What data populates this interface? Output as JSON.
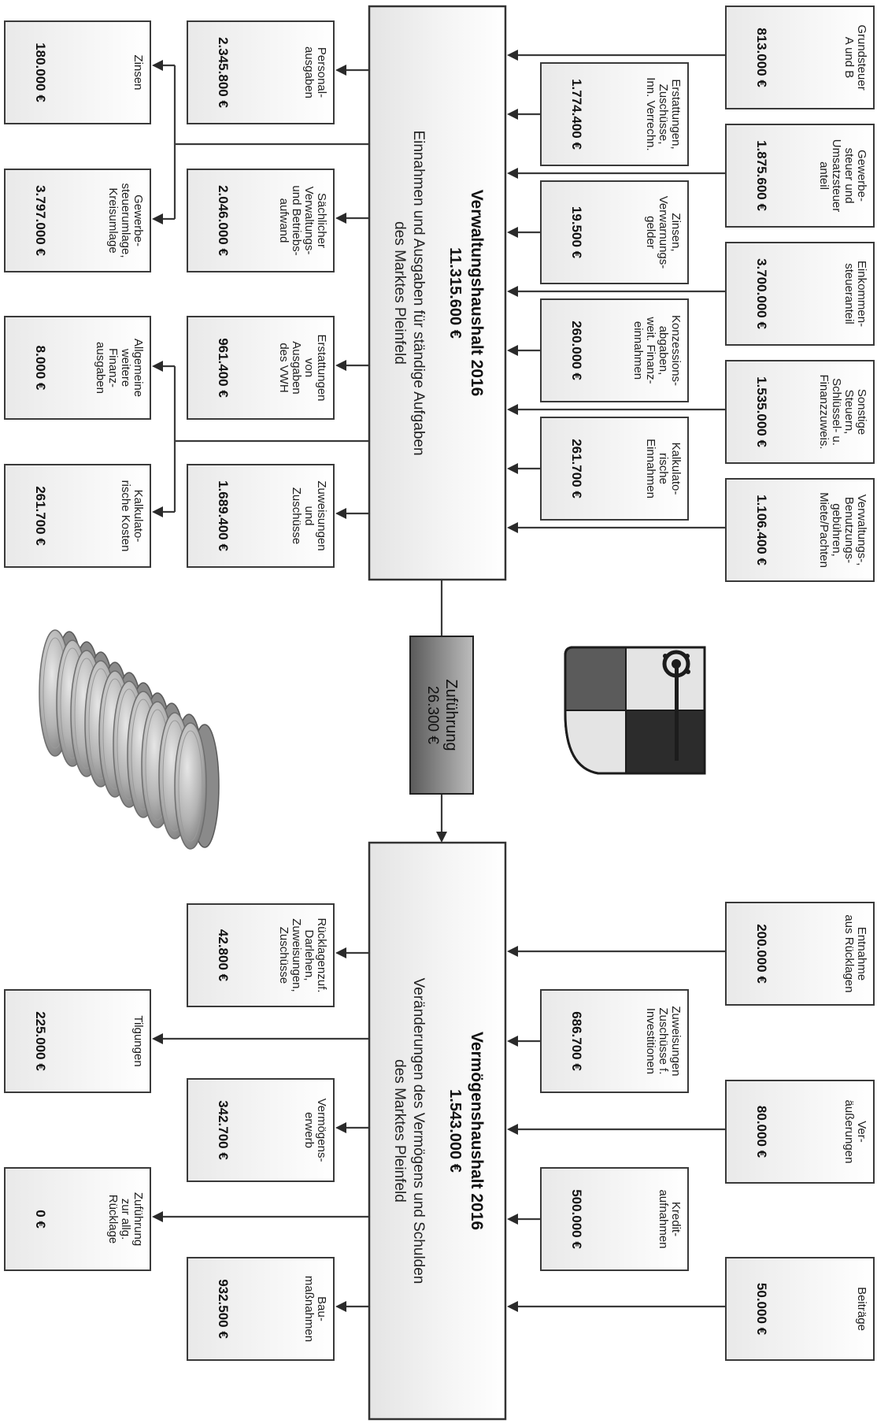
{
  "verwaltung": {
    "title": "Verwaltungshaushalt 2016",
    "total": "11.315.600 €",
    "subtitle_lines": [
      "Einnahmen und Ausgaben für ständige Aufgaben",
      "des Marktes Pleinfeld"
    ]
  },
  "zufuehrung": {
    "label": "Zuführung",
    "value": "26.300 €"
  },
  "vermoegen": {
    "title": "Vermögenshaushalt 2016",
    "total": "1.543.000 €",
    "subtitle_lines": [
      "Veränderungen des Vermögens und Schulden",
      "des Marktes Pleinfeld"
    ]
  },
  "vw_income_outer": [
    {
      "lines": [
        "Grundsteuer",
        "A und B"
      ],
      "value": "813.000 €"
    },
    {
      "lines": [
        "Gewerbe-",
        "steuer und",
        "Umsatzsteuer",
        "anteil"
      ],
      "value": "1.875.600 €"
    },
    {
      "lines": [
        "Einkommen-",
        "steueranteil"
      ],
      "value": "3.700.000 €"
    },
    {
      "lines": [
        "Sonstige",
        "Steuern,",
        "Schlüssel- u.",
        "Finanzzuweis."
      ],
      "value": "1.535.000 €"
    },
    {
      "lines": [
        "Verwaltungs-,",
        "Benutzungs-",
        "gebühren,",
        "Miete/Pachten"
      ],
      "value": "1.106.400 €"
    }
  ],
  "vw_income_inner": [
    {
      "lines": [
        "Erstattungen,",
        "Zuschüsse,",
        "Inn. Verrechn."
      ],
      "value": "1.774.400 €"
    },
    {
      "lines": [
        "Zinsen,",
        "Verwarnungs-",
        "gelder"
      ],
      "value": "19.500 €"
    },
    {
      "lines": [
        "Konzessions-",
        "abgaben,",
        "weit. Finanz-",
        "einnahmen"
      ],
      "value": "260.000 €"
    },
    {
      "lines": [
        "Kalkulato-",
        "rische",
        "Einnahmen"
      ],
      "value": "261.700 €"
    }
  ],
  "vw_spend_inner": [
    {
      "lines": [
        "Personal-",
        "ausgaben"
      ],
      "value": "2.345.800 €"
    },
    {
      "lines": [
        "Sächlicher",
        "Verwaltungs-",
        "und Betriebs-",
        "aufwand"
      ],
      "value": "2.046.000 €"
    },
    {
      "lines": [
        "Erstattungen",
        "von",
        "Ausgaben",
        "des VWH"
      ],
      "value": "961.400 €"
    },
    {
      "lines": [
        "Zuweisungen",
        "und",
        "Zuschüsse"
      ],
      "value": "1.689.400 €"
    }
  ],
  "vw_spend_outer": [
    {
      "lines": [
        "Zinsen"
      ],
      "value": "180.000 €"
    },
    {
      "lines": [
        "Gewerbe-",
        "steuerumlage,",
        "Kreisumlage"
      ],
      "value": "3.797.000 €"
    },
    {
      "lines": [
        "Allgemeine",
        "weitere",
        "Finanz-",
        "ausgaben"
      ],
      "value": "8.000 €"
    },
    {
      "lines": [
        "Kalkulato-",
        "rische Kosten"
      ],
      "value": "261.700 €"
    }
  ],
  "vm_income_outer": [
    {
      "lines": [
        "Entnahme",
        "aus Rücklagen"
      ],
      "value": "200.000 €"
    },
    {
      "lines": [
        "Ver-",
        "äußerungen"
      ],
      "value": "80.000 €"
    },
    {
      "lines": [
        "Beiträge"
      ],
      "value": "50.000 €"
    }
  ],
  "vm_income_inner": [
    {
      "lines": [
        "Zuweisungen",
        "Zuschüsse f.",
        "Investitionen"
      ],
      "value": "686.700 €"
    },
    {
      "lines": [
        "Kredit-",
        "aufnahmen"
      ],
      "value": "500.000 €"
    }
  ],
  "vm_spend_inner": [
    {
      "lines": [
        "Rücklagenzuf.",
        "Darlehen,",
        "Zuweisungen,",
        "Zuschüsse"
      ],
      "value": "42.800 €"
    },
    {
      "lines": [
        "Vermögens-",
        "erwerb"
      ],
      "value": "342.700 €"
    },
    {
      "lines": [
        "Bau-",
        "maßnahmen"
      ],
      "value": "932.500 €"
    }
  ],
  "vm_spend_outer": [
    {
      "lines": [
        "Tilgungen"
      ],
      "value": "225.000 €"
    },
    {
      "lines": [
        "Zuführung",
        "zur allg.",
        "Rücklage"
      ],
      "value": "0 €"
    }
  ]
}
